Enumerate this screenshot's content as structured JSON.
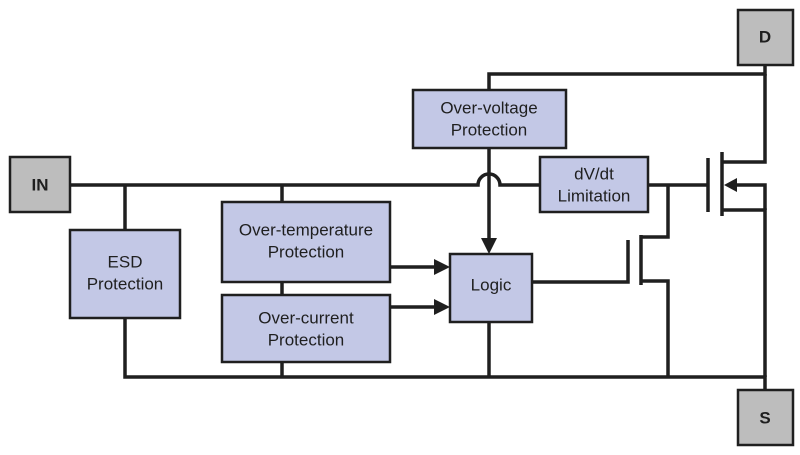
{
  "terminals": {
    "in": "IN",
    "d": "D",
    "s": "S"
  },
  "blocks": {
    "esd": [
      "ESD",
      "Protection"
    ],
    "over_voltage": [
      "Over-voltage",
      "Protection"
    ],
    "over_temperature": [
      "Over-temperature",
      "Protection"
    ],
    "over_current": [
      "Over-current",
      "Protection"
    ],
    "logic": [
      "Logic"
    ],
    "dvdt": [
      "dV/dt",
      "Limitation"
    ]
  },
  "colors": {
    "block_fill": "#c3c8e6",
    "terminal_fill": "#bdbdbd",
    "line": "#1f1f1f"
  }
}
